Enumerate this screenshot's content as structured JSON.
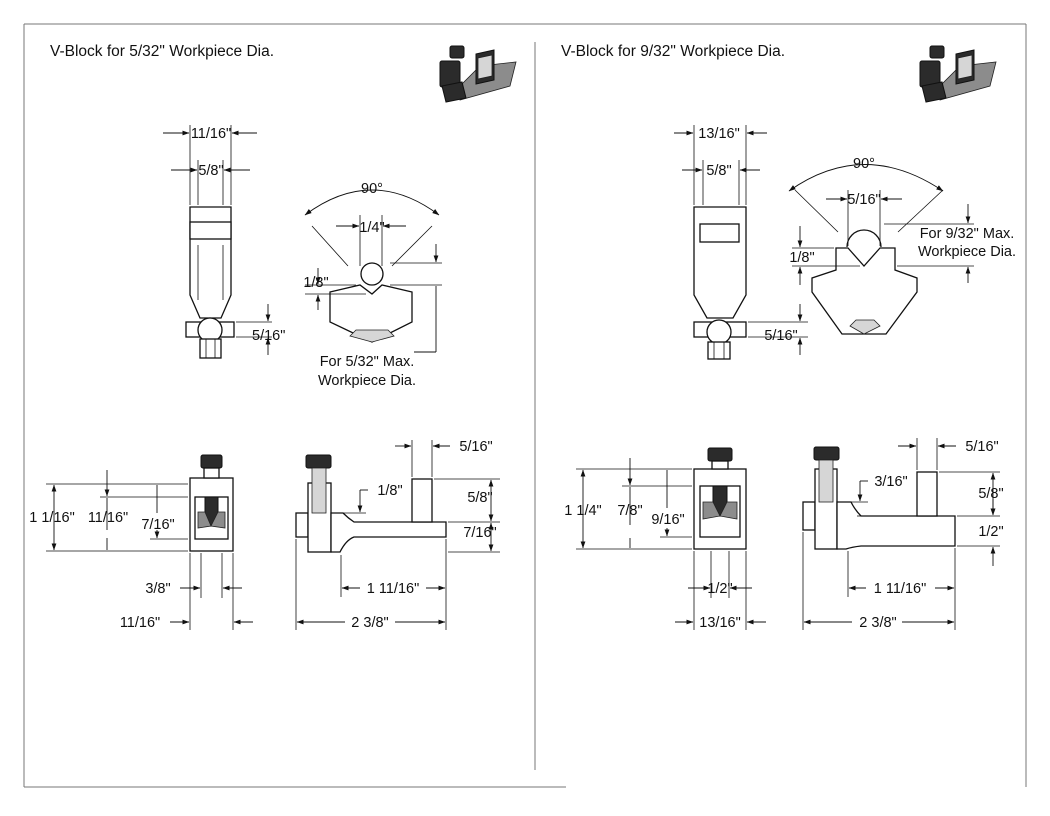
{
  "left": {
    "title": "V-Block for 5/32\" Workpiece Dia.",
    "dims": {
      "front_top_width": "11/16\"",
      "front_mid_width": "5/8\"",
      "front_bottom_height": "5/16\"",
      "angle": "90°",
      "v_width": "1/4\"",
      "v_depth": "1/8\"",
      "note_line1": "For 5/32\" Max.",
      "note_line2": "Workpiece Dia.",
      "clamp_overall_height": "1 1/16\"",
      "clamp_inner_height": "11/16\"",
      "clamp_slot_height": "7/16\"",
      "clamp_slot_width": "3/8\"",
      "clamp_width": "11/16\"",
      "side_post_width": "5/16\"",
      "side_step": "1/8\"",
      "side_post_height": "5/8\"",
      "side_base_height": "7/16\"",
      "side_arm_length": "1 11/16\"",
      "side_overall_length": "2 3/8\""
    }
  },
  "right": {
    "title": "V-Block for 9/32\" Workpiece Dia.",
    "dims": {
      "front_top_width": "13/16\"",
      "front_mid_width": "5/8\"",
      "front_bottom_height": "5/16\"",
      "angle": "90°",
      "v_width": "5/16\"",
      "v_depth": "1/8\"",
      "note_line1": "For 9/32\" Max.",
      "note_line2": "Workpiece Dia.",
      "clamp_overall_height": "1 1/4\"",
      "clamp_inner_height": "7/8\"",
      "clamp_slot_height": "9/16\"",
      "clamp_slot_width": "1/2\"",
      "clamp_width": "13/16\"",
      "side_post_width": "5/16\"",
      "side_step": "3/16\"",
      "side_post_height": "5/8\"",
      "side_base_height": "1/2\"",
      "side_arm_length": "1 11/16\"",
      "side_overall_length": "2 3/8\""
    }
  }
}
